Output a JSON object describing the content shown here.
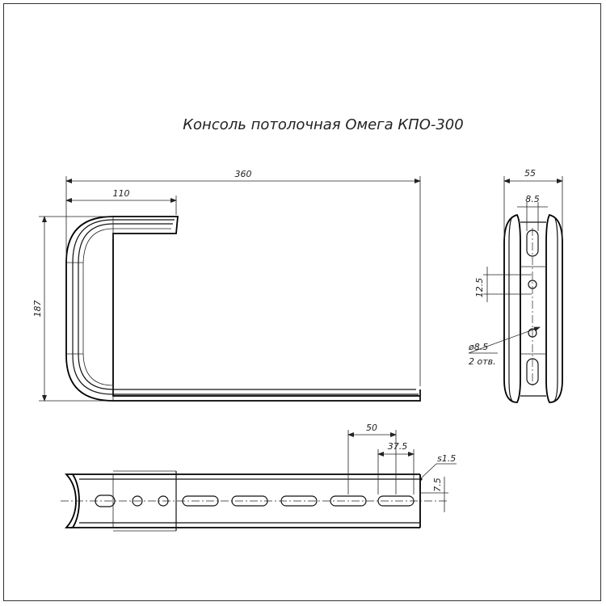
{
  "drawing": {
    "title": "Консоль потолочная Омега КПО-300"
  },
  "dimensions": {
    "overall_length": "360",
    "flange_length": "110",
    "height": "187",
    "side_width": "55",
    "slot_width": "8.5",
    "hole_pitch": "12.5",
    "hole_diameter": "ø8.5",
    "hole_count": "2 отв.",
    "slot_pitch": "50",
    "slot_length": "37.5",
    "thickness": "s1.5",
    "slot_offset": "7.5"
  }
}
